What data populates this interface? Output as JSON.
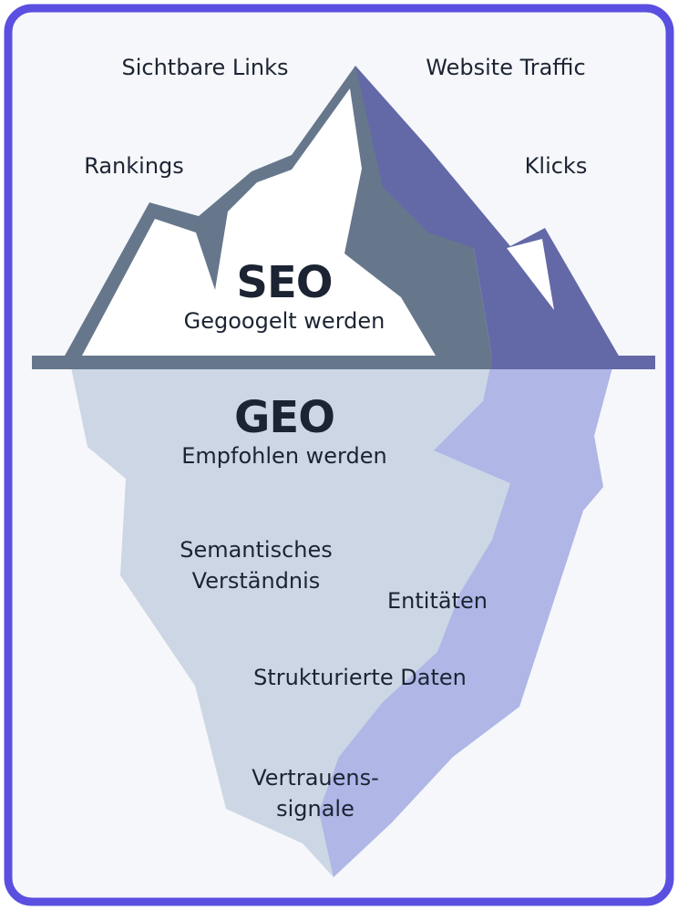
{
  "top_labels": {
    "sichtbare_links": "Sichtbare Links",
    "website_traffic": "Website Traffic",
    "rankings": "Rankings",
    "klicks": "Klicks"
  },
  "seo": {
    "title": "SEO",
    "subtitle": "Gegoogelt werden"
  },
  "geo": {
    "title": "GEO",
    "subtitle": "Empfohlen werden"
  },
  "below_labels": {
    "semantisches": "Semantisches\nVerständnis",
    "entitaeten": "Entitäten",
    "strukturierte_daten": "Strukturierte Daten",
    "vertrauenssignale": "Vertrauens-\nsignale"
  },
  "colors": {
    "border": "#5a4fe0",
    "background": "#f6f7fa",
    "rock_left": "#66778c",
    "rock_right": "#6368a6",
    "snow": "#ffffff",
    "underwater_left": "#cdd6e4",
    "underwater_right": "#b0b6e6",
    "waterline": "#66778c",
    "text": "#1c2433"
  }
}
